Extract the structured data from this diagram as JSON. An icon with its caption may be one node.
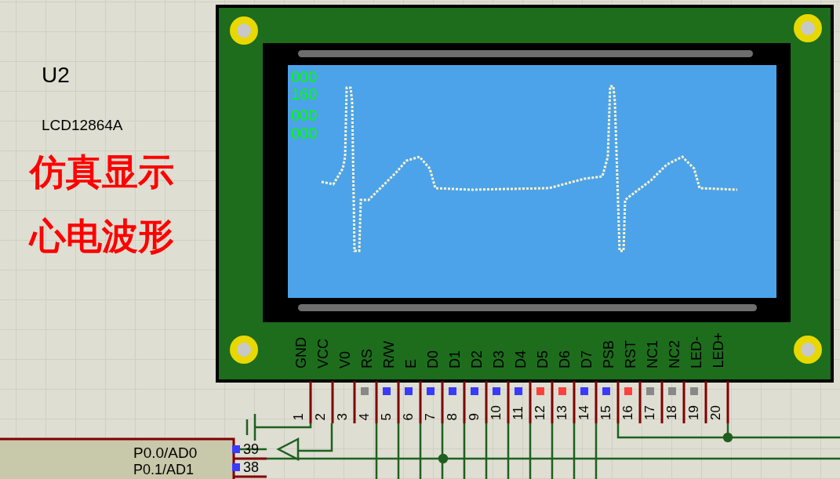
{
  "diagram": {
    "labels": [
      "U2",
      "LCD12864A",
      "仿真显示",
      "心电波形",
      "000",
      "160",
      "000",
      "000",
      "GND",
      "VCC",
      "V0",
      "RS",
      "R/W",
      "E",
      "D0",
      "D1",
      "D2",
      "D3",
      "D4",
      "D5",
      "D6",
      "D7",
      "PSB",
      "RST",
      "NC1",
      "NC2",
      "LED-",
      "LED+",
      "1",
      "2",
      "3",
      "4",
      "5",
      "6",
      "7",
      "8",
      "9",
      "10",
      "11",
      "12",
      "13",
      "14",
      "15",
      "16",
      "17",
      "18",
      "19",
      "20",
      "P0.0/AD0",
      "P0.1/AD1",
      "39",
      "38"
    ]
  }
}
